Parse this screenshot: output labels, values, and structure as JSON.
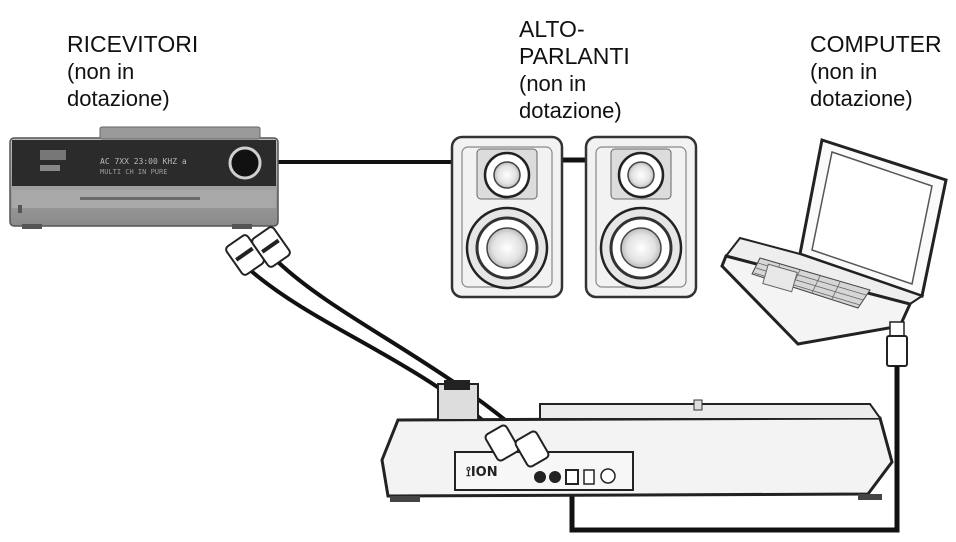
{
  "labels": {
    "receiver": {
      "title": "RICEVITORI",
      "line2": "(non in",
      "line3": "dotazione)"
    },
    "speakers": {
      "title1": "ALTO-",
      "title2": "PARLANTI",
      "line3": "(non in",
      "line4": "dotazione)"
    },
    "computer": {
      "title": "COMPUTER",
      "line2": "(non in",
      "line3": "dotazione)"
    }
  },
  "turntable": {
    "brand": "ION"
  },
  "colors": {
    "line": "#111111",
    "device_dark": "#2b2b2b",
    "device_light": "#e6e6e6"
  }
}
